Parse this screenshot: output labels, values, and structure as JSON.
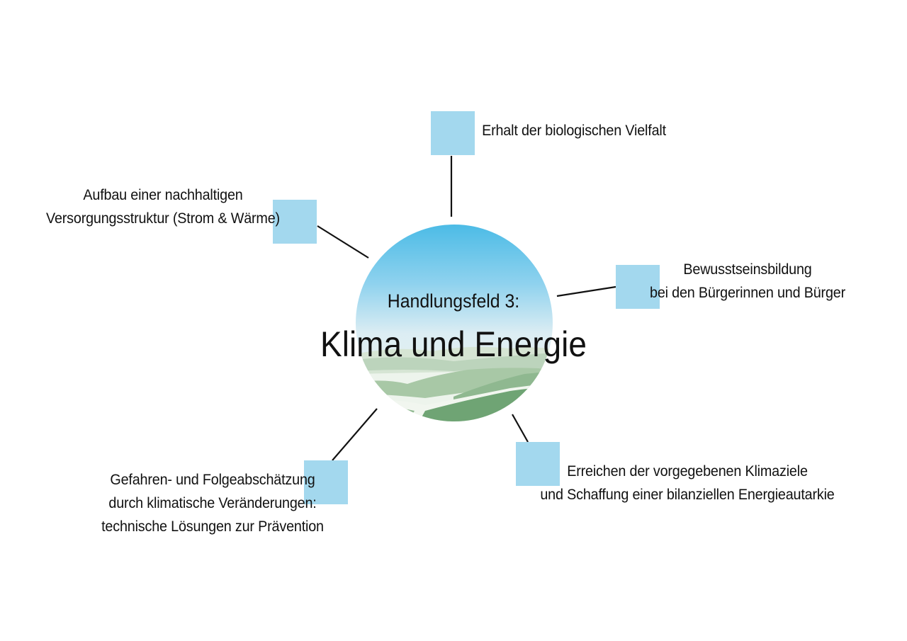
{
  "diagram": {
    "center": {
      "subtitle": "Handlungsfeld 3:",
      "title": "Klima und Energie",
      "image": "sky-and-green-hills-landscape"
    },
    "nodes": [
      {
        "id": "top",
        "lines": [
          "Erhalt der biologischen Vielfalt"
        ]
      },
      {
        "id": "upper-left",
        "lines": [
          "Aufbau einer nachhaltigen",
          "Versorgungsstruktur (Strom & Wärme)"
        ]
      },
      {
        "id": "right",
        "lines": [
          "Bewusstseinsbildung",
          "bei den Bürgerinnen und Bürger"
        ]
      },
      {
        "id": "bottom-right",
        "lines": [
          "Erreichen der vorgegebenen Klimaziele",
          "und Schaffung einer bilanziellen Energieautarkie"
        ]
      },
      {
        "id": "bottom-left",
        "lines": [
          "Gefahren- und Folgeabschätzung",
          "durch klimatische Veränderungen:",
          "technische Lösungen zur Prävention"
        ]
      }
    ],
    "colors": {
      "marker": "#a3d8ee",
      "connector": "#111111",
      "sky_top": "#4bbbe6",
      "sky_bottom": "#e8f3f6",
      "hill_light": "#bcd4bc",
      "hill_mid": "#9cc09c",
      "hill_dark": "#6fa474"
    }
  }
}
